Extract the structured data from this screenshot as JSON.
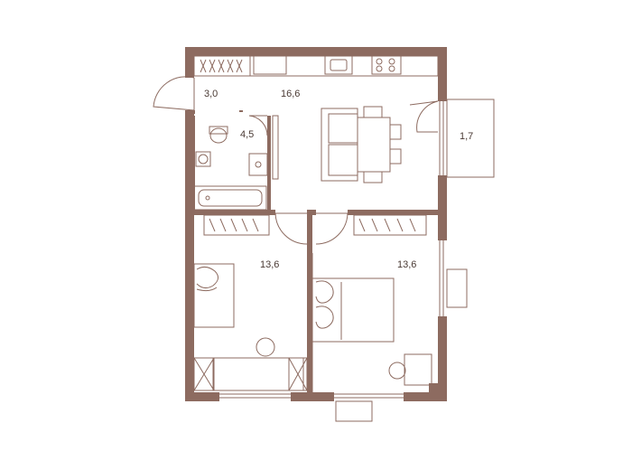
{
  "plan": {
    "wall_color": "#8d6b60",
    "line_color": "#8d6b60",
    "rooms": [
      {
        "id": "hall",
        "area": "3,0"
      },
      {
        "id": "kitchen-living",
        "area": "16,6"
      },
      {
        "id": "bathroom",
        "area": "4,5"
      },
      {
        "id": "balcony",
        "area": "1,7"
      },
      {
        "id": "bedroom-left",
        "area": "13,6"
      },
      {
        "id": "bedroom-right",
        "area": "13,6"
      }
    ]
  }
}
